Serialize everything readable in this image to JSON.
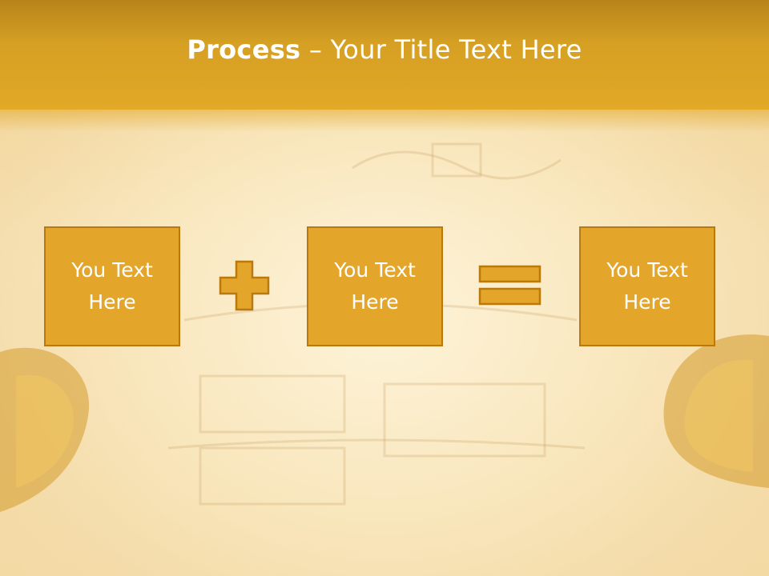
{
  "slide": {
    "title_bold": "Process",
    "title_rest": " – Your Title Text Here"
  },
  "boxes": [
    {
      "text": "You Text Here"
    },
    {
      "text": "You Text Here"
    },
    {
      "text": "You Text Here"
    }
  ],
  "operators": [
    "plus",
    "equals"
  ],
  "colors": {
    "title_bar": "#e2a826",
    "box_fill": "#e3a62a",
    "box_border": "#b9790f",
    "operator_fill": "#e3a62a",
    "text": "#ffffff"
  }
}
